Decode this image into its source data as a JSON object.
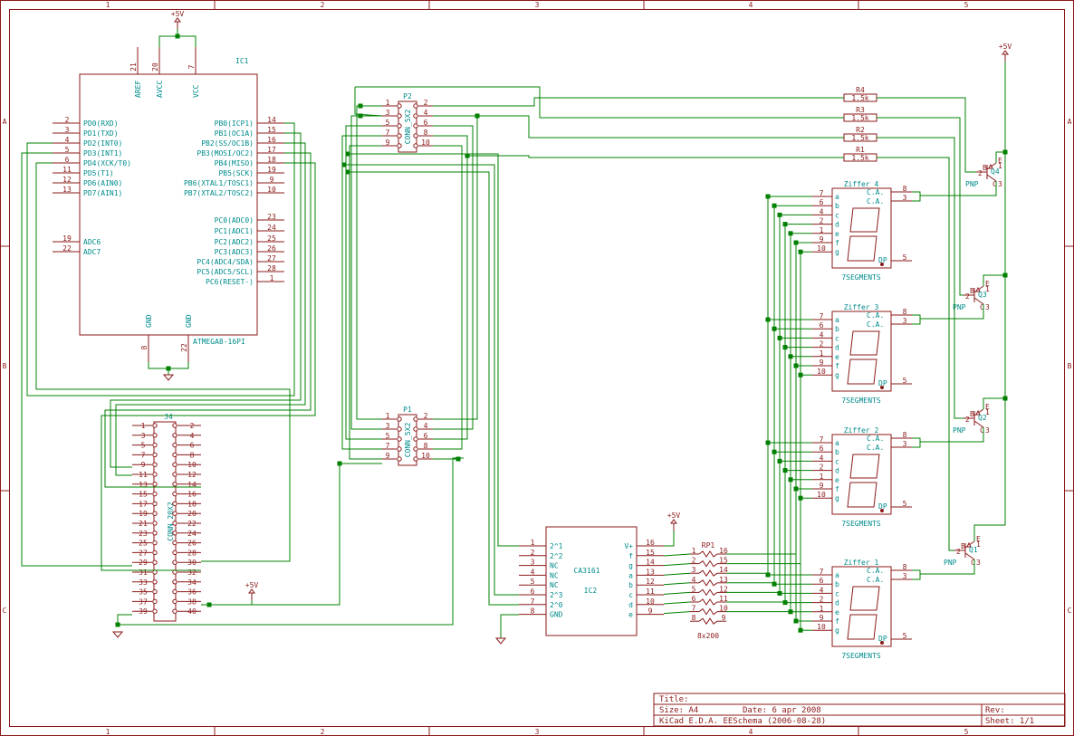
{
  "frame": {
    "cols": [
      "1",
      "2",
      "3",
      "4",
      "5"
    ],
    "rows": [
      "A",
      "B",
      "C"
    ]
  },
  "title_block": {
    "title": "Title:",
    "size": "Size: A4",
    "date": "Date: 6 apr 2008",
    "rev": "Rev:",
    "tool": "KiCad E.D.A.  EESchema (2006-08-28)",
    "sheet": "Sheet: 1/1"
  },
  "power_label": "+5V",
  "ic1": {
    "ref": "IC1",
    "value": "ATMEGA8-16PI",
    "top_pins": [
      {
        "num": "21",
        "name": "AREF"
      },
      {
        "num": "20",
        "name": "AVCC"
      },
      {
        "num": "7",
        "name": "VCC"
      }
    ],
    "bottom_pins": [
      {
        "num": "8",
        "name": "GND"
      },
      {
        "num": "22",
        "name": "GND"
      }
    ],
    "left_pins": [
      {
        "num": "2",
        "name": "PD0(RXD)"
      },
      {
        "num": "3",
        "name": "PD1(TXD)"
      },
      {
        "num": "4",
        "name": "PD2(INT0)"
      },
      {
        "num": "5",
        "name": "PD3(INT1)"
      },
      {
        "num": "6",
        "name": "PD4(XCK/T0)"
      },
      {
        "num": "11",
        "name": "PD5(T1)"
      },
      {
        "num": "12",
        "name": "PD6(AIN0)"
      },
      {
        "num": "13",
        "name": "PD7(AIN1)"
      },
      {
        "num": "19",
        "name": "ADC6"
      },
      {
        "num": "22",
        "name": "ADC7"
      }
    ],
    "right_pins": [
      {
        "num": "14",
        "name": "PB0(ICP1)"
      },
      {
        "num": "15",
        "name": "PB1(OC1A)"
      },
      {
        "num": "16",
        "name": "PB2(SS/OC1B)"
      },
      {
        "num": "17",
        "name": "PB3(MOSI/OC2)"
      },
      {
        "num": "18",
        "name": "PB4(MISO)"
      },
      {
        "num": "19",
        "name": "PB5(SCK)"
      },
      {
        "num": "9",
        "name": "PB6(XTAL1/TOSC1)"
      },
      {
        "num": "10",
        "name": "PB7(XTAL2/TOSC2)"
      },
      {
        "num": "23",
        "name": "PC0(ADC0)"
      },
      {
        "num": "24",
        "name": "PC1(ADC1)"
      },
      {
        "num": "25",
        "name": "PC2(ADC2)"
      },
      {
        "num": "26",
        "name": "PC3(ADC3)"
      },
      {
        "num": "27",
        "name": "PC4(ADC4/SDA)"
      },
      {
        "num": "28",
        "name": "PC5(ADC5/SCL)"
      },
      {
        "num": "1",
        "name": "PC6(RESET-)"
      }
    ]
  },
  "j4": {
    "ref": "J4",
    "value": "CONN_20X2",
    "left_nums": [
      "1",
      "3",
      "5",
      "7",
      "9",
      "11",
      "13",
      "15",
      "17",
      "19",
      "21",
      "23",
      "25",
      "27",
      "29",
      "31",
      "33",
      "35",
      "37",
      "39"
    ],
    "right_nums": [
      "2",
      "4",
      "6",
      "8",
      "10",
      "12",
      "14",
      "16",
      "18",
      "20",
      "22",
      "24",
      "26",
      "28",
      "30",
      "32",
      "34",
      "36",
      "38",
      "40"
    ]
  },
  "p2": {
    "ref": "P2",
    "value": "CONN_5X2",
    "left_nums": [
      "1",
      "3",
      "5",
      "7",
      "9"
    ],
    "right_nums": [
      "2",
      "4",
      "6",
      "8",
      "10"
    ]
  },
  "p1": {
    "ref": "P1",
    "value": "CONN_5X2",
    "left_nums": [
      "1",
      "3",
      "5",
      "7",
      "9"
    ],
    "right_nums": [
      "2",
      "4",
      "6",
      "8",
      "10"
    ]
  },
  "resistors": [
    {
      "ref": "R4",
      "value": "1.5k"
    },
    {
      "ref": "R3",
      "value": "1.5k"
    },
    {
      "ref": "R2",
      "value": "1.5k"
    },
    {
      "ref": "R1",
      "value": "1.5k"
    }
  ],
  "transistors": [
    {
      "ref": "Q4",
      "value": "PNP"
    },
    {
      "ref": "Q3",
      "value": "PNP"
    },
    {
      "ref": "Q2",
      "value": "PNP"
    },
    {
      "ref": "Q1",
      "value": "PNP"
    }
  ],
  "transistor_pins": {
    "b": "B",
    "e": "E",
    "c": "C",
    "n1": "2",
    "n2": "1",
    "n3": "3"
  },
  "displays": [
    {
      "name": "Ziffer 4",
      "value": "7SEGMENTS"
    },
    {
      "name": "Ziffer 3",
      "value": "7SEGMENTS"
    },
    {
      "name": "Ziffer 2",
      "value": "7SEGMENTS"
    },
    {
      "name": "Ziffer 1",
      "value": "7SEGMENTS"
    }
  ],
  "display_pins": {
    "seg_nums": [
      "7",
      "6",
      "4",
      "2",
      "1",
      "9",
      "10"
    ],
    "seg_names": [
      "a",
      "b",
      "c",
      "d",
      "e",
      "f",
      "g"
    ],
    "ca": "C.A.",
    "ca_nums": [
      "8",
      "3"
    ],
    "dp": "DP",
    "dp_num": "5"
  },
  "ic2": {
    "ref": "IC2",
    "value": "CA3161",
    "left_pins": [
      {
        "num": "1",
        "name": "2^1"
      },
      {
        "num": "2",
        "name": "2^2"
      },
      {
        "num": "3",
        "name": "NC"
      },
      {
        "num": "4",
        "name": "NC"
      },
      {
        "num": "5",
        "name": "NC"
      },
      {
        "num": "6",
        "name": "2^3"
      },
      {
        "num": "7",
        "name": "2^0"
      },
      {
        "num": "8",
        "name": "GND"
      }
    ],
    "right_pins": [
      {
        "num": "16",
        "name": "V+"
      },
      {
        "num": "15",
        "name": "f"
      },
      {
        "num": "14",
        "name": "g"
      },
      {
        "num": "13",
        "name": "a"
      },
      {
        "num": "12",
        "name": "b"
      },
      {
        "num": "11",
        "name": "c"
      },
      {
        "num": "10",
        "name": "d"
      },
      {
        "num": "9",
        "name": "e"
      }
    ]
  },
  "rp1": {
    "ref": "RP1",
    "value": "8x200",
    "left_nums": [
      "1",
      "2",
      "3",
      "4",
      "5",
      "6",
      "7",
      "8"
    ],
    "right_nums": [
      "16",
      "15",
      "14",
      "13",
      "12",
      "11",
      "10",
      "9"
    ]
  }
}
